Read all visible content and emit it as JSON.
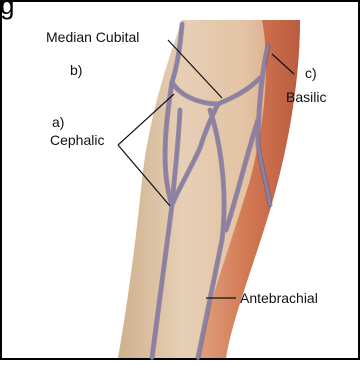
{
  "header": {
    "title_partial": "g"
  },
  "labels": {
    "median_cubital": "Median Cubital",
    "b": "b)",
    "c": "c)",
    "basilic": "Basilic",
    "a": "a)",
    "cephalic": "Cephalic",
    "antebrachial": "Antebrachial"
  },
  "colors": {
    "background": "#ffffff",
    "frame": "#000000",
    "skin_light": "#ead0b4",
    "skin_mid": "#d7b08a",
    "skin_shadow": "#c98963",
    "muscle": "#c9664a",
    "vein": "#8a80a8",
    "vein_outline": "#5e5580",
    "leader": "#111111"
  }
}
